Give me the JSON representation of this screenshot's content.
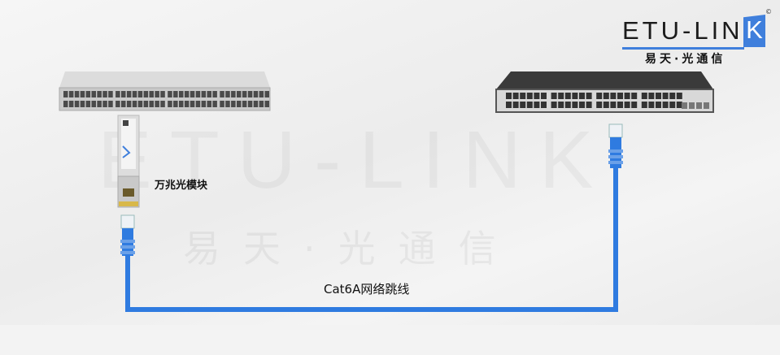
{
  "logo": {
    "brand": "ETU-LIN",
    "brand_k": "K",
    "tagline": "易天·光通信",
    "reg": "©"
  },
  "watermark": {
    "latin": "ETU-LINK",
    "cn": "易天·光通信"
  },
  "labels": {
    "module": "万兆光模块",
    "cable": "Cat6A网络跳线"
  },
  "colors": {
    "cable": "#2f7be0",
    "accent": "#3f7fdc"
  }
}
